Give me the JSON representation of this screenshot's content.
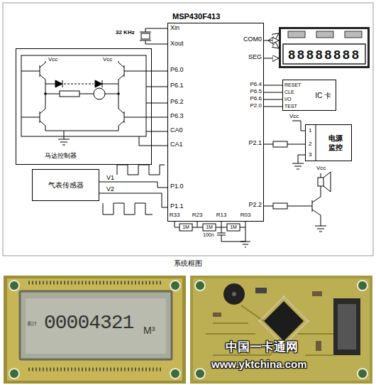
{
  "diagram": {
    "caption": "系统框图",
    "nodes": [
      {
        "text": [
          "MSP430F413"
        ]
      },
      {
        "text": [
          "88888888"
        ]
      },
      {
        "text": [
          "马达控制器"
        ]
      },
      {
        "text": [
          "IC 卡"
        ]
      },
      {
        "text": [
          "电源 监控"
        ]
      },
      {
        "text": [
          "气表传感器"
        ]
      }
    ],
    "edges": [
      {
        "from": 2,
        "to": 0,
        "arrow": "none"
      },
      {
        "from": 2,
        "to": 0,
        "arrow": "none"
      },
      {
        "from": 2,
        "to": 0,
        "arrow": "none"
      },
      {
        "from": 2,
        "to": 0,
        "arrow": "none"
      },
      {
        "from": 2,
        "to": 0,
        "arrow": "none"
      },
      {
        "from": 2,
        "to": 0,
        "arrow": "none"
      },
      {
        "from": 5,
        "to": 0,
        "label": "V1",
        "arrow": "none"
      },
      {
        "from": 5,
        "to": 0,
        "label": "V2",
        "arrow": "none"
      },
      {
        "from": 0,
        "to": 1,
        "arrow": "to"
      },
      {
        "from": 0,
        "to": 1,
        "arrow": "to"
      },
      {
        "from": 0,
        "to": 3,
        "arrow": "none"
      },
      {
        "from": 0,
        "to": 3,
        "arrow": "none"
      },
      {
        "from": 0,
        "to": 3,
        "arrow": "none"
      },
      {
        "from": 0,
        "to": 3,
        "arrow": "none"
      },
      {
        "from": 0,
        "to": 4,
        "arrow": "none"
      }
    ],
    "labels": [
      "32 KHz",
      "Xin",
      "Xout",
      "P6.0",
      "P6.1",
      "P6.2",
      "P6.3",
      "CA0",
      "CA1",
      "P1.0",
      "P1.1",
      "R33",
      "R23",
      "R13",
      "R03",
      "COM0",
      "SEG",
      "P6.4",
      "P6.5",
      "P6.6",
      "P2.0",
      "RESET",
      "CLE",
      "I/O",
      "TEST",
      "P2.1",
      "P2.2",
      "Vcc",
      "1",
      "2",
      "3",
      "Vcc",
      "Vcc",
      "Vcc",
      "1M",
      "1M",
      "1M",
      "100n",
      "累计",
      "00004321",
      "M³",
      "中国一卡通网",
      "www.yktchina.com"
    ]
  }
}
